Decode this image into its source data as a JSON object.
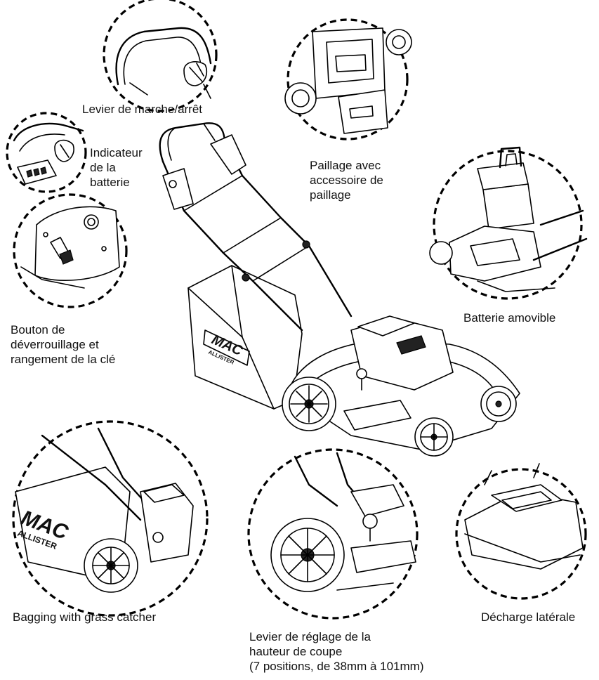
{
  "labels": {
    "on_off_lever": "Levier de marche/arrêt",
    "battery_indicator": "Indicateur\nde la\nbatterie",
    "unlock_button": "Bouton de\ndéverrouillage et\nrangement de la clé",
    "mulching": "Paillage avec\naccessoire de\npaillage",
    "removable_battery": "Batterie amovible",
    "bagging": "Bagging with grass catcher",
    "height_lever": "Levier de réglage de la\nhauteur de coupe\n(7 positions, de 38mm à 101mm)",
    "side_discharge": "Décharge latérale"
  },
  "brand": {
    "logo_top": "MAC",
    "logo_bottom": "ALLISTER"
  }
}
